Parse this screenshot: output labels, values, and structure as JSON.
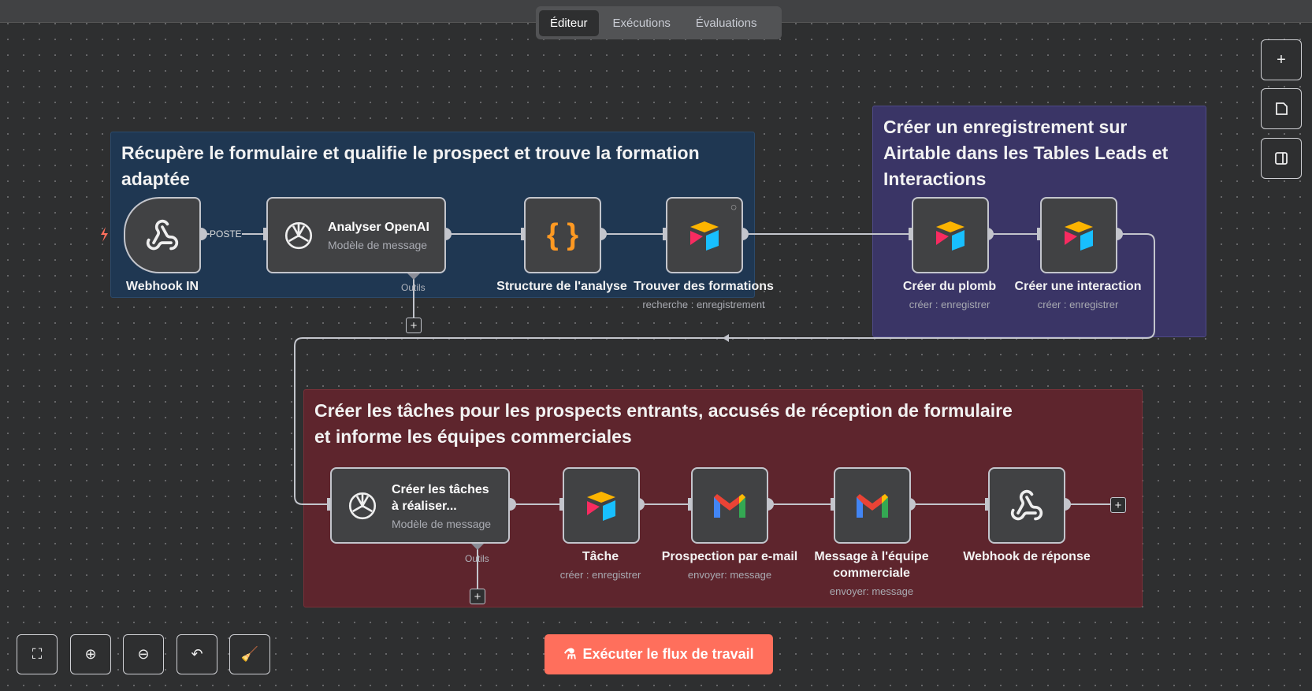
{
  "tabs": [
    {
      "label": "Éditeur",
      "active": true
    },
    {
      "label": "Exécutions"
    },
    {
      "label": "Évaluations"
    }
  ],
  "stickies": {
    "blue": {
      "title": "Récupère le formulaire et qualifie le prospect et trouve la formation adaptée",
      "color": "#1f3752"
    },
    "purple": {
      "title": "Créer un enregistrement sur Airtable dans les Tables Leads et Interactions",
      "color": "#3a3566"
    },
    "red": {
      "title": "Créer les tâches pour les prospects entrants, accusés de réception de formulaire et informe les équipes commerciales",
      "color": "#5e252d"
    }
  },
  "nodes": {
    "webhook_in": {
      "label": "Webhook IN",
      "edge_label": "POSTE"
    },
    "analyser": {
      "label": "Analyser OpenAI",
      "sub": "Modèle de message",
      "tools": "Outils"
    },
    "structure": {
      "label": "Structure de l'analyse"
    },
    "trouver": {
      "label": "Trouver des formations",
      "sub": "recherche : enregistrement"
    },
    "plomb": {
      "label": "Créer du plomb",
      "sub": "créer : enregistrer"
    },
    "interaction": {
      "label": "Créer une interaction",
      "sub": "créer : enregistrer"
    },
    "taches": {
      "label": "Créer les tâches à réaliser...",
      "sub": "Modèle de message",
      "tools": "Outils"
    },
    "tache": {
      "label": "Tâche",
      "sub": "créer : enregistrer"
    },
    "prospection": {
      "label": "Prospection par e-mail",
      "sub": "envoyer: message"
    },
    "message": {
      "label": "Message à l'équipe commerciale",
      "sub": "envoyer: message"
    },
    "webhook_rep": {
      "label": "Webhook de réponse"
    }
  },
  "execute_label": "Exécuter le flux de travail",
  "accent": "#ff6f5c"
}
